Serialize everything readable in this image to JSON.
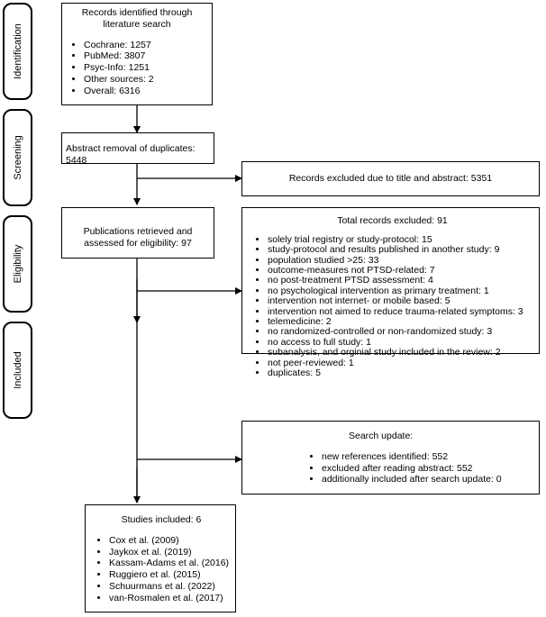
{
  "phases": [
    {
      "key": "identification",
      "label": "Identification"
    },
    {
      "key": "screening",
      "label": "Screening"
    },
    {
      "key": "eligibility",
      "label": "Eligibility"
    },
    {
      "key": "included",
      "label": "Included"
    }
  ],
  "identification": {
    "title": "Records identified through literature search",
    "items": [
      "Cochrane: 1257",
      "PubMed: 3807",
      "Psyc-Info: 1251",
      "Other sources: 2",
      "Overall: 6316"
    ]
  },
  "screening": {
    "title": "Abstract removal of duplicates: 5448"
  },
  "excluded_title": {
    "title": "Records excluded due to title and abstract: 5351"
  },
  "eligibility": {
    "title": "Publications retrieved and assessed for eligibility: 97"
  },
  "excluded_total": {
    "title": "Total records excluded: 91",
    "items": [
      "solely trial registry or study-protocol: 15",
      "study-protocol and results published in another study: 9",
      "population studied >25: 33",
      "outcome-measures not PTSD-related: 7",
      "no post-treatment PTSD assessment: 4",
      "no psychological intervention as primary treatment: 1",
      "intervention not internet- or mobile based: 5",
      "intervention not aimed to reduce trauma-related symptoms: 3",
      "telemedicine: 2",
      "no randomized-controlled or non-randomized study: 3",
      "no access to full study: 1",
      "subanalysis, and orginial study included in the review: 2",
      "not peer-reviewed: 1",
      "duplicates: 5"
    ]
  },
  "search_update": {
    "title": "Search update:",
    "items": [
      "new references identified: 552",
      "excluded after reading abstract: 552",
      "additionally included after search update: 0"
    ]
  },
  "included": {
    "title": "Studies included: 6",
    "items": [
      "Cox et al. (2009)",
      "Jaykox et al. (2019)",
      "Kassam-Adams et al. (2016)",
      "Ruggiero et al. (2015)",
      "Schuurmans et al. (2022)",
      "van-Rosmalen et al. (2017)"
    ]
  }
}
